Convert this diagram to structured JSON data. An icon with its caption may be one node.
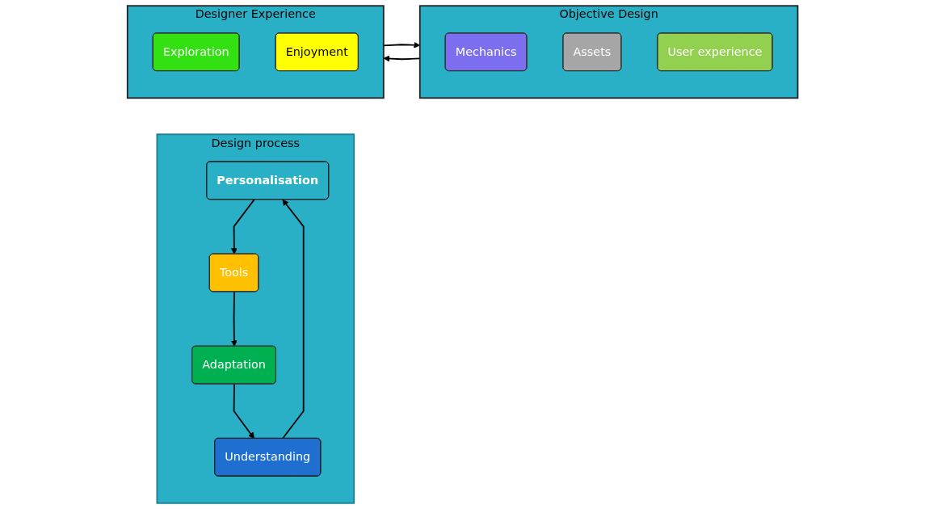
{
  "diagram": {
    "nodes": [
      {
        "text": [
          "Objective Design"
        ]
      },
      {
        "text": [
          "Mechanics"
        ],
        "in": 0
      },
      {
        "text": [
          "Assets"
        ],
        "in": 0
      },
      {
        "text": [
          "User experience"
        ],
        "in": 0
      },
      {
        "text": [
          "Design process"
        ]
      },
      {
        "text": [
          "Personalisation"
        ],
        "in": 4
      },
      {
        "text": [
          "Understanding"
        ],
        "in": 4
      },
      {
        "text": [
          "Tools"
        ],
        "in": 4
      },
      {
        "text": [
          "Adaptation"
        ],
        "in": 4
      },
      {
        "text": [
          "Designer Experience"
        ]
      },
      {
        "text": [
          "Exploration"
        ],
        "in": 9
      },
      {
        "text": [
          "Enjoyment"
        ],
        "in": 9
      }
    ],
    "edges": [
      {
        "from": 0,
        "to": 9,
        "arrow": "to"
      },
      {
        "from": 9,
        "to": 0,
        "arrow": "to"
      },
      {
        "from": 6,
        "to": 5,
        "arrow": "to"
      },
      {
        "from": 5,
        "to": 7,
        "arrow": "to"
      },
      {
        "from": 7,
        "to": 8,
        "arrow": "to"
      },
      {
        "from": 8,
        "to": 6,
        "arrow": "to"
      }
    ]
  }
}
